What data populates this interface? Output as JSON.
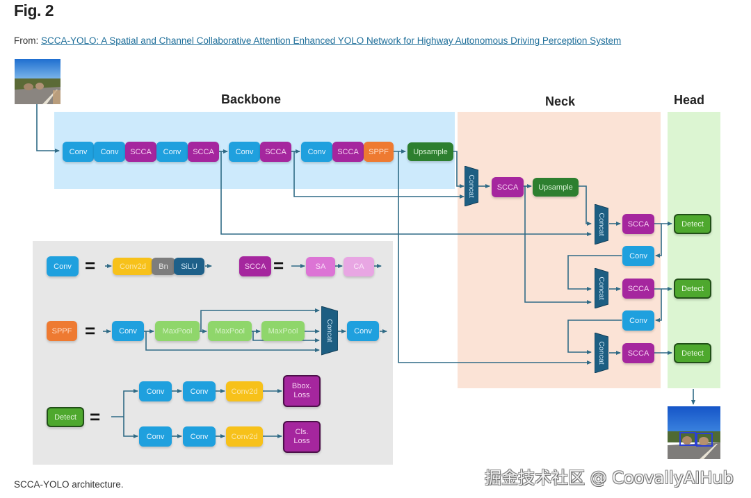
{
  "figure": {
    "title": "Fig. 2",
    "from_prefix": "From: ",
    "paper_link": "SCCA-YOLO: A Spatial and Channel Collaborative Attention Enhanced YOLO Network for Highway Autonomous Driving Perception System",
    "caption": "SCCA-YOLO architecture.",
    "watermark": "掘金技术社区 @ CoovallyAIHub"
  },
  "colors": {
    "conv": "#1fa0de",
    "scca": "#a5269e",
    "sppf": "#ee7a31",
    "upsample": "#2d7f2f",
    "detect": "#4ea82e",
    "concat": "#1d5e82",
    "conv2d": "#f7c11a",
    "bn": "#7d7d7d",
    "silu": "#1e6089",
    "sa": "#dc74d5",
    "ca": "#e8a6e3",
    "maxpool": "#8fd66b",
    "wire": "#2f6a85",
    "backbone_bg": "#cdeafc",
    "neck_bg": "#fbe3d6",
    "head_bg": "#dcf5d2",
    "legend_bg": "#e7e7e7"
  },
  "sections": {
    "backbone": "Backbone",
    "neck": "Neck",
    "head": "Head"
  },
  "images": {
    "input": "input-road-image",
    "output": "output-detection-image"
  },
  "backbone": {
    "blocks": [
      "Conv",
      "Conv",
      "SCCA",
      "Conv",
      "SCCA",
      "Conv",
      "SCCA",
      "Conv",
      "SCCA",
      "SPPF",
      "Upsample"
    ]
  },
  "neck": {
    "concat_label": "Concat",
    "blocks": {
      "scca1": "SCCA",
      "upsample": "Upsample",
      "scca2": "SCCA",
      "conv1": "Conv",
      "scca3": "SCCA",
      "conv2": "Conv",
      "scca4": "SCCA"
    }
  },
  "head": {
    "detect": [
      "Detect",
      "Detect",
      "Detect"
    ]
  },
  "legend": {
    "equals": "=",
    "conv_def": {
      "name": "Conv",
      "parts": [
        "Conv2d",
        "Bn",
        "SiLU"
      ]
    },
    "scca_def": {
      "name": "SCCA",
      "parts": [
        "SA",
        "CA"
      ]
    },
    "sppf_def": {
      "name": "SPPF",
      "parts": [
        "Conv",
        "MaxPool",
        "MaxPool",
        "MaxPool",
        "Concat",
        "Conv"
      ]
    },
    "detect_def": {
      "name": "Detect",
      "branch_top": [
        "Conv",
        "Conv",
        "Conv2d",
        "Bbox.\nLoss"
      ],
      "branch_bottom": [
        "Conv",
        "Conv",
        "Conv2d",
        "Cls.\nLoss"
      ]
    }
  }
}
